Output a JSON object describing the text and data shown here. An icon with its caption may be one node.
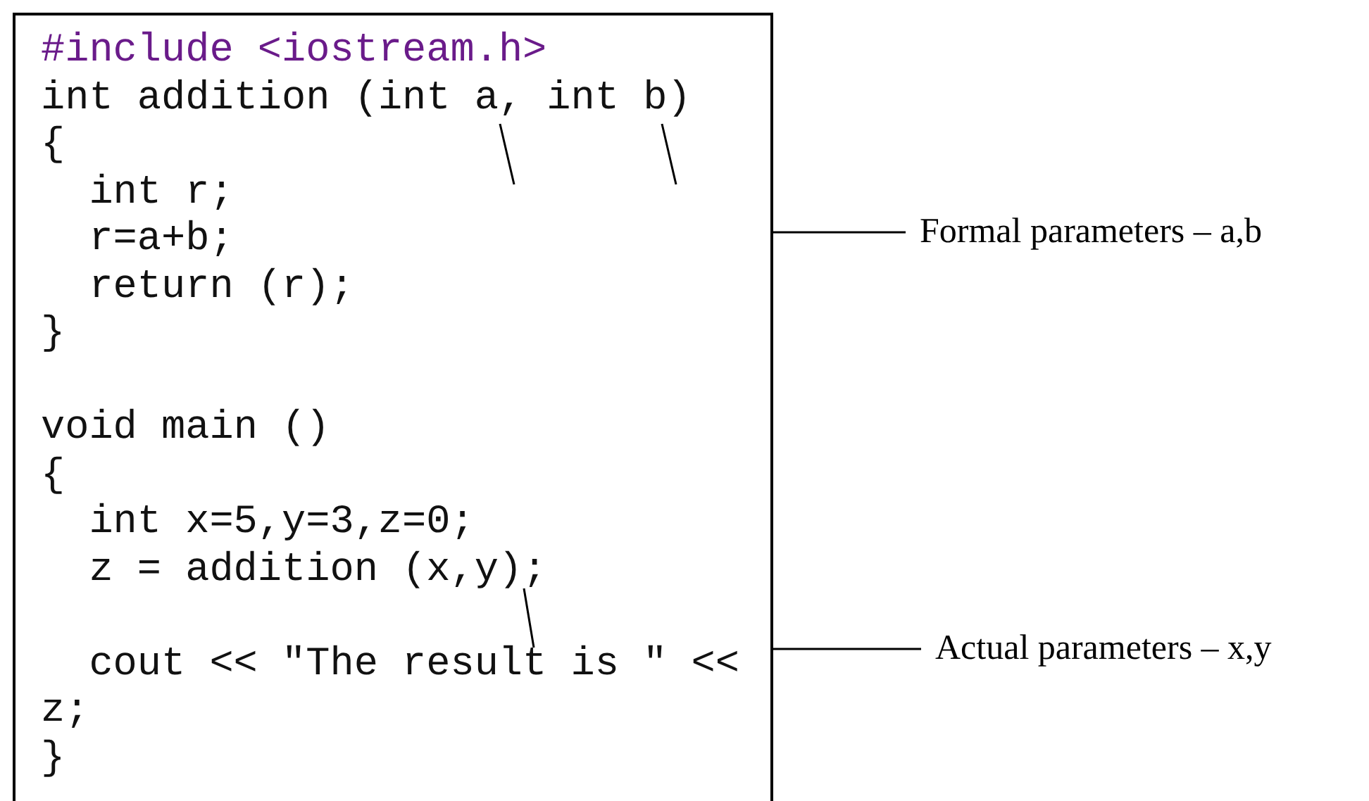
{
  "diagram": {
    "nodes": [
      {
        "text": [
          "#include <iostream.h>",
          "int addition (int a, int b)",
          "{",
          "int r;",
          "r=a+b;",
          "return (r);",
          "}",
          "void main ()",
          "{",
          "int x=5,y=3,z=0;",
          "z = addition (x,y);",
          "cout << \"The result is \" << z;",
          "}"
        ]
      },
      {
        "text": [
          "Formal parameters – a,b"
        ]
      },
      {
        "text": [
          "Actual parameters – x,y"
        ]
      }
    ],
    "edges": [
      {
        "from": 1,
        "to": 0,
        "arrow": "none"
      },
      {
        "from": 2,
        "to": 0,
        "arrow": "none"
      }
    ]
  }
}
